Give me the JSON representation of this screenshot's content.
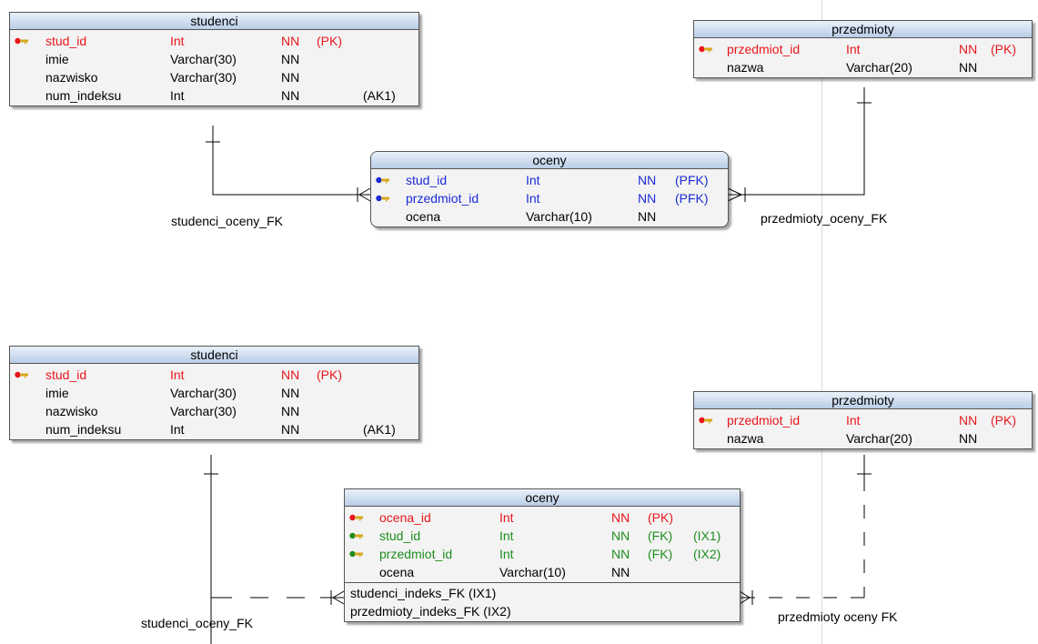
{
  "diagram1": {
    "studenci": {
      "title": "studenci",
      "rows": [
        {
          "name": "stud_id",
          "type": "Int",
          "nn": "NN",
          "flag": "(PK)"
        },
        {
          "name": "imie",
          "type": "Varchar(30)",
          "nn": "NN",
          "flag": ""
        },
        {
          "name": "nazwisko",
          "type": "Varchar(30)",
          "nn": "NN",
          "flag": ""
        },
        {
          "name": "num_indeksu",
          "type": "Int",
          "nn": "NN",
          "flag": "(AK1)"
        }
      ]
    },
    "przedmioty": {
      "title": "przedmioty",
      "rows": [
        {
          "name": "przedmiot_id",
          "type": "Int",
          "nn": "NN",
          "flag": "(PK)"
        },
        {
          "name": "nazwa",
          "type": "Varchar(20)",
          "nn": "NN",
          "flag": ""
        }
      ]
    },
    "oceny": {
      "title": "oceny",
      "rows": [
        {
          "name": "stud_id",
          "type": "Int",
          "nn": "NN",
          "flag": "(PFK)"
        },
        {
          "name": "przedmiot_id",
          "type": "Int",
          "nn": "NN",
          "flag": "(PFK)"
        },
        {
          "name": "ocena",
          "type": "Varchar(10)",
          "nn": "NN",
          "flag": ""
        }
      ]
    },
    "rel_left": "studenci_oceny_FK",
    "rel_right": "przedmioty_oceny_FK"
  },
  "diagram2": {
    "studenci": {
      "title": "studenci",
      "rows": [
        {
          "name": "stud_id",
          "type": "Int",
          "nn": "NN",
          "flag": "(PK)"
        },
        {
          "name": "imie",
          "type": "Varchar(30)",
          "nn": "NN",
          "flag": ""
        },
        {
          "name": "nazwisko",
          "type": "Varchar(30)",
          "nn": "NN",
          "flag": ""
        },
        {
          "name": "num_indeksu",
          "type": "Int",
          "nn": "NN",
          "flag": "(AK1)"
        }
      ]
    },
    "przedmioty": {
      "title": "przedmioty",
      "rows": [
        {
          "name": "przedmiot_id",
          "type": "Int",
          "nn": "NN",
          "flag": "(PK)"
        },
        {
          "name": "nazwa",
          "type": "Varchar(20)",
          "nn": "NN",
          "flag": ""
        }
      ]
    },
    "oceny": {
      "title": "oceny",
      "rows": [
        {
          "name": "ocena_id",
          "type": "Int",
          "nn": "NN",
          "flag": "(PK)",
          "flag2": ""
        },
        {
          "name": "stud_id",
          "type": "Int",
          "nn": "NN",
          "flag": "(FK)",
          "flag2": "(IX1)"
        },
        {
          "name": "przedmiot_id",
          "type": "Int",
          "nn": "NN",
          "flag": "(FK)",
          "flag2": "(IX2)"
        },
        {
          "name": "ocena",
          "type": "Varchar(10)",
          "nn": "NN",
          "flag": "",
          "flag2": ""
        }
      ],
      "indexes": [
        "studenci_indeks_FK (IX1)",
        "przedmioty_indeks_FK (IX2)"
      ]
    },
    "rel_left": "studenci_oceny_FK",
    "rel_right": "przedmioty oceny FK"
  },
  "colors": {
    "pk": "#e8161c",
    "pfk": "#1a2bd8",
    "fk": "#1e8e1e",
    "header": "#c9daf0"
  }
}
